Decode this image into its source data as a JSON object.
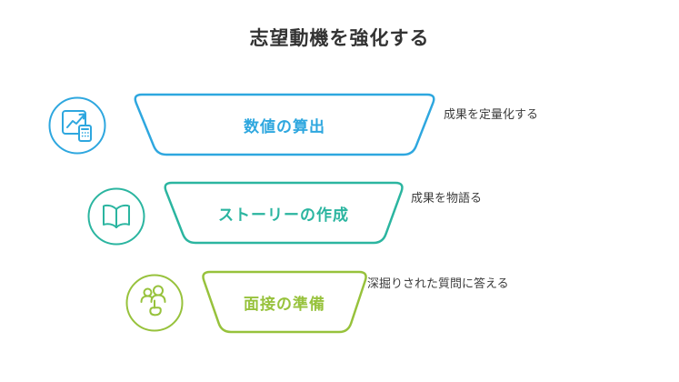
{
  "title": "志望動機を強化する",
  "colors": {
    "blue": "#2EA7DF",
    "teal": "#2BB5A0",
    "green": "#97C23C",
    "title_text": "#333333",
    "annotation_text": "#3d3d3d",
    "background": "#ffffff"
  },
  "steps": [
    {
      "label": "数値の算出",
      "annotation": "成果を定量化する",
      "icon": "chart-calculator-icon",
      "color": "#2EA7DF"
    },
    {
      "label": "ストーリーの作成",
      "annotation": "成果を物語る",
      "icon": "open-book-icon",
      "color": "#2BB5A0"
    },
    {
      "label": "面接の準備",
      "annotation": "深掘りされた質問に答える",
      "icon": "people-pointing-hand-icon",
      "color": "#97C23C"
    }
  ]
}
